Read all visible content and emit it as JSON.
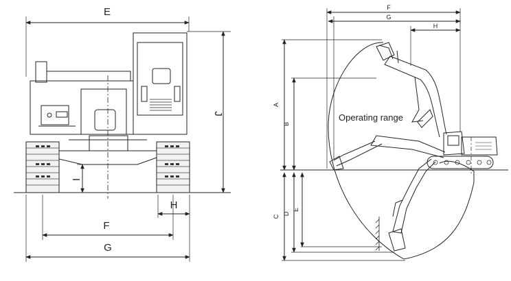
{
  "front_view": {
    "dims": {
      "E": "E",
      "J": "J",
      "I": "I",
      "H": "H",
      "F": "F",
      "G": "G"
    }
  },
  "side_view": {
    "dims": {
      "F": "F",
      "G": "G",
      "H": "H",
      "A": "A",
      "B": "B",
      "C": "C",
      "D": "D",
      "E": "E"
    },
    "range_label": "Operating range"
  }
}
